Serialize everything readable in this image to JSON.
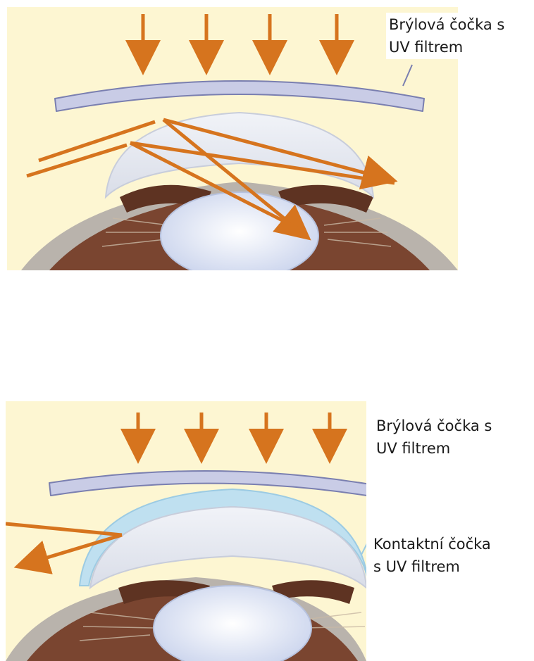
{
  "colors": {
    "background": "#fdf6d2",
    "arrow": "#d6741e",
    "spectacle_lens": "#c9cce6",
    "spectacle_lens_outline": "#7a7fb0",
    "cornea": "#e7ebf4",
    "contact_lens": "#bfe0f0",
    "iris": "#7a4530",
    "lens": "#dfe6f5",
    "sclera": "#b9b3ac"
  },
  "panel_top": {
    "spectacle_label": [
      "Brýlová čočka s",
      "UV filtrem"
    ]
  },
  "panel_bottom": {
    "spectacle_label": [
      "Brýlová čočka s",
      "UV filtrem"
    ],
    "contact_label": [
      "Kontaktní čočka",
      "s UV filtrem"
    ]
  }
}
